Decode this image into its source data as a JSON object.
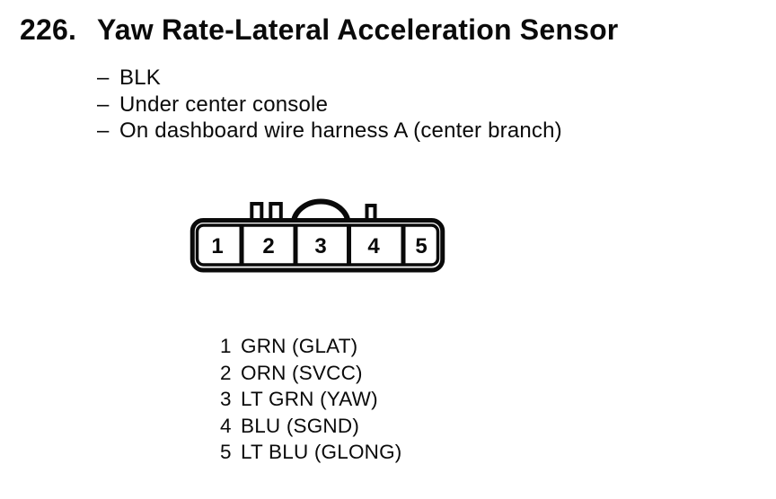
{
  "page": {
    "item_number": "226.",
    "title": "Yaw Rate-Lateral Acceleration Sensor",
    "note_dash": "–",
    "notes": [
      "BLK",
      "Under center console",
      "On dashboard wire harness A (center branch)"
    ]
  },
  "connector": {
    "pins": [
      "1",
      "2",
      "3",
      "4",
      "5"
    ]
  },
  "pin_legend": {
    "rows": [
      {
        "pin": "1",
        "wire": "GRN (GLAT)"
      },
      {
        "pin": "2",
        "wire": "ORN (SVCC)"
      },
      {
        "pin": "3",
        "wire": "LT GRN (YAW)"
      },
      {
        "pin": "4",
        "wire": "BLU (SGND)"
      },
      {
        "pin": "5",
        "wire": "LT BLU (GLONG)"
      }
    ]
  },
  "colors": {
    "ink": "#0a0a0a",
    "paper": "#ffffff"
  }
}
